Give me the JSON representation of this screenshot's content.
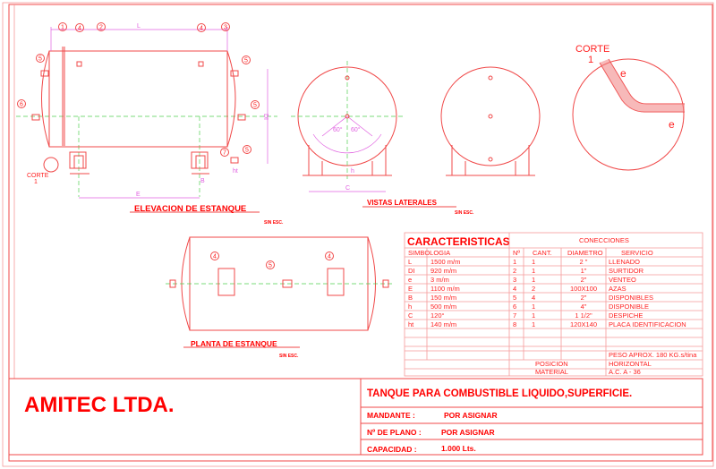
{
  "elevation": {
    "title": "ELEVACION DE ESTANQUE",
    "scale": "SIN ESC.",
    "dim_L": "L",
    "dim_DI": "DI",
    "dim_E": "E",
    "dim_B": "B",
    "dim_ht": "ht",
    "corte_label": "CORTE",
    "corte_num": "1",
    "markers": [
      "1",
      "2",
      "3",
      "4",
      "4",
      "5",
      "5",
      "5",
      "5",
      "6",
      "7"
    ]
  },
  "lateral": {
    "title": "VISTAS LATERALES",
    "scale": "SIN ESC.",
    "angle_left": "60°",
    "angle_right": "60°",
    "dim_C": "C",
    "dim_h": "h"
  },
  "corte": {
    "label": "CORTE",
    "num": "1",
    "dim_e1": "e",
    "dim_e2": "e"
  },
  "planta": {
    "title": "PLANTA DE ESTANQUE",
    "scale": "SIN ESC.",
    "markers": [
      "4",
      "5",
      "4"
    ]
  },
  "table": {
    "title": "CARACTERISTICAS",
    "conexiones": "CONECCIONES",
    "simbologia": "SIMBOLOGIA",
    "headers": [
      "Nº",
      "CANT.",
      "DIAMETRO",
      "SERVICIO"
    ],
    "rows": [
      {
        "sym": "L",
        "val": "1500 m/m",
        "n": "1",
        "cant": "1",
        "diam": "2 \"",
        "serv": "LLENADO"
      },
      {
        "sym": "DI",
        "val": "920 m/m",
        "n": "2",
        "cant": "1",
        "diam": "1\"",
        "serv": "SURTIDOR"
      },
      {
        "sym": "e",
        "val": "3 m/m",
        "n": "3",
        "cant": "1",
        "diam": "2\"",
        "serv": "VENTEO"
      },
      {
        "sym": "E",
        "val": "1100 m/m",
        "n": "4",
        "cant": "2",
        "diam": "100X100",
        "serv": "AZAS"
      },
      {
        "sym": "B",
        "val": "150 m/m",
        "n": "5",
        "cant": "4",
        "diam": "2\"",
        "serv": "DISPONIBLES"
      },
      {
        "sym": "h",
        "val": "500 m/m",
        "n": "6",
        "cant": "1",
        "diam": "4\"",
        "serv": "DISPONIBLE"
      },
      {
        "sym": "C",
        "val": "120°",
        "n": "7",
        "cant": "1",
        "diam": "1 1/2\"",
        "serv": "DESPICHE"
      },
      {
        "sym": "ht",
        "val": "140 m/m",
        "n": "8",
        "cant": "1",
        "diam": "120X140",
        "serv": "PLACA IDENTIFICACION"
      }
    ],
    "peso": "PESO APROX. 180 KG.s/tina",
    "posicion_label": "POSICION",
    "posicion": "HORIZONTAL",
    "material_label": "MATERIAL",
    "material": "A.C.  A - 36"
  },
  "titleblock": {
    "company": "AMITEC LTDA.",
    "title": "TANQUE PARA COMBUSTIBLE LIQUIDO,SUPERFICIE.",
    "mandante_label": "MANDANTE :",
    "mandante": "POR ASIGNAR",
    "plano_label": "Nº DE PLANO :",
    "plano": "POR ASIGNAR",
    "capacidad_label": "CAPACIDAD :",
    "capacidad": "1.000 Lts."
  }
}
